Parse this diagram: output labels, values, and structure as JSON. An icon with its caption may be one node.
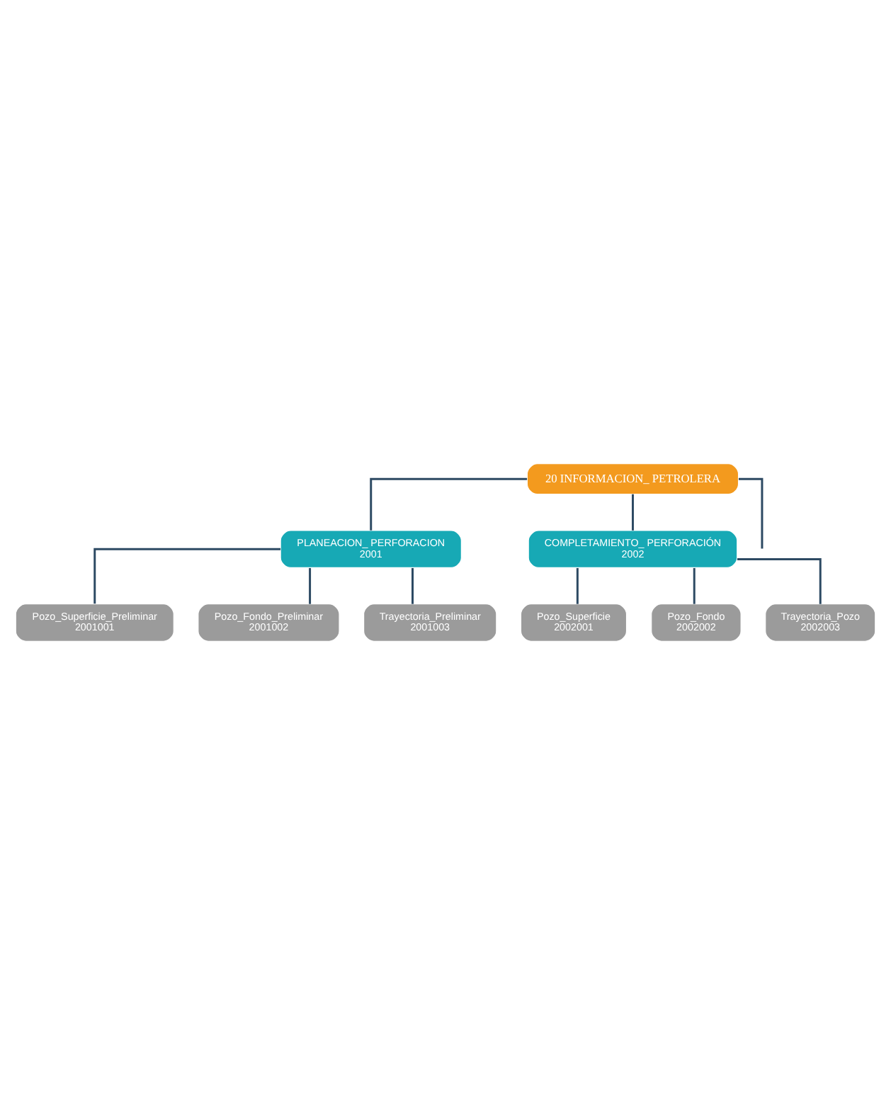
{
  "diagram": {
    "nodes": [
      {
        "text": [
          "20 INFORMACION_ PETROLERA"
        ]
      },
      {
        "text": [
          "PLANEACION_ PERFORACION",
          "2001"
        ]
      },
      {
        "text": [
          "COMPLETAMIENTO_ PERFORACIÓN",
          "2002"
        ]
      },
      {
        "text": [
          "Pozo_Superficie_Preliminar",
          "2001001"
        ]
      },
      {
        "text": [
          "Pozo_Fondo_Preliminar",
          "2001002"
        ]
      },
      {
        "text": [
          "Trayectoria_Preliminar",
          "2001003"
        ]
      },
      {
        "text": [
          "Pozo_Superficie",
          "2002001"
        ]
      },
      {
        "text": [
          "Pozo_Fondo",
          "2002002"
        ]
      },
      {
        "text": [
          "Trayectoria_Pozo",
          "2002003"
        ]
      }
    ],
    "edges": [
      {
        "from": 0,
        "to": 1,
        "arrow": "none"
      },
      {
        "from": 0,
        "to": 2,
        "arrow": "none"
      },
      {
        "from": 0,
        "to": null,
        "arrow": "none"
      },
      {
        "from": 1,
        "to": 3,
        "arrow": "none"
      },
      {
        "from": 1,
        "to": 4,
        "arrow": "none"
      },
      {
        "from": 1,
        "to": 5,
        "arrow": "none"
      },
      {
        "from": 2,
        "to": 6,
        "arrow": "none"
      },
      {
        "from": 2,
        "to": 7,
        "arrow": "none"
      },
      {
        "from": 2,
        "to": 8,
        "arrow": "none"
      }
    ]
  }
}
